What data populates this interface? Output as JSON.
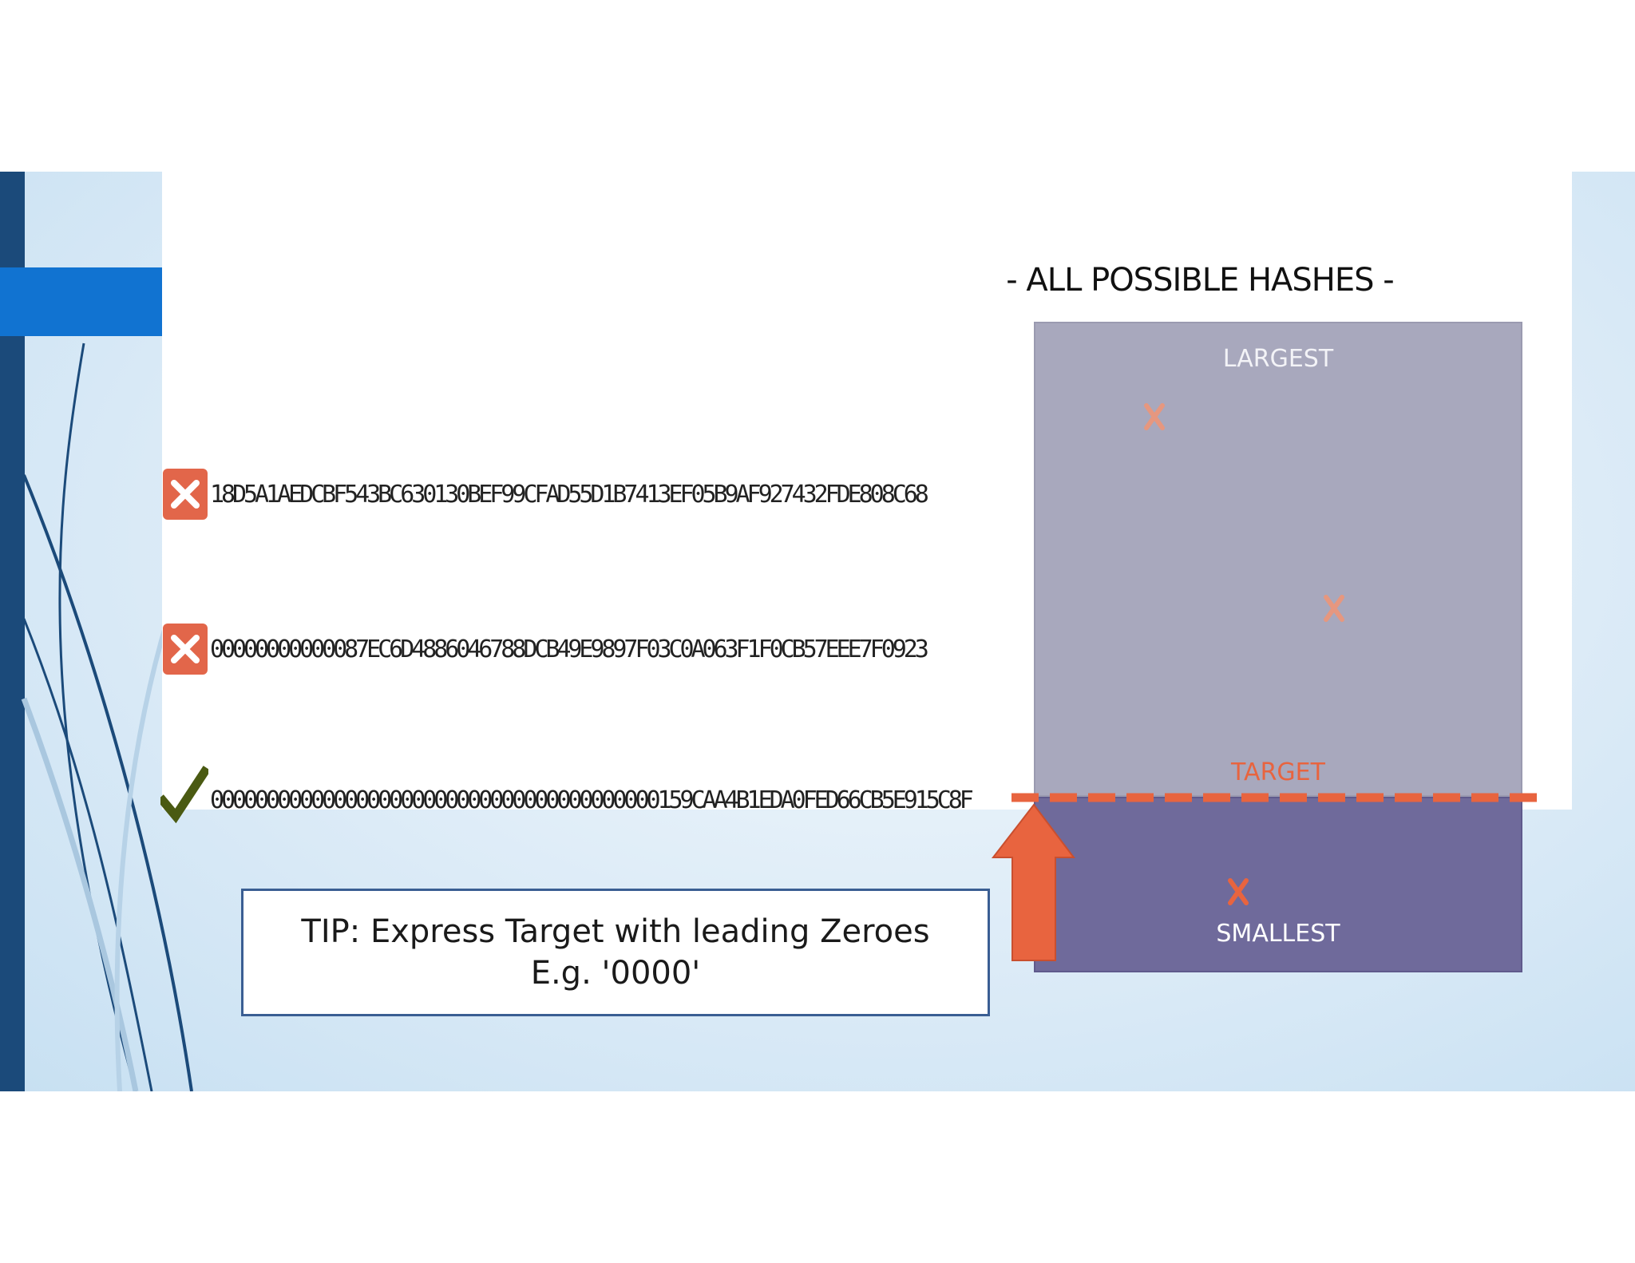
{
  "hash_rows": [
    {
      "status": "rejected",
      "icon": "x-mark-icon",
      "hash": "18D5A1AEDCBF543BC630130BEF99CFAD55D1B7413EF05B9AF927432FDE808C68"
    },
    {
      "status": "rejected",
      "icon": "x-mark-icon",
      "hash": "00000000000087EC6D4886046788DCB49E9897F03C0A063F1F0CB57EEE7F0923"
    },
    {
      "status": "accepted",
      "icon": "checkmark-icon",
      "hash": "0000000000000000000000000000000000000000159CAA4B1EDA0FED66CB5E915C8F"
    }
  ],
  "diagram": {
    "title": "- ALL POSSIBLE HASHES -",
    "largest_label": "LARGEST",
    "target_label": "TARGET",
    "smallest_label": "SMALLEST"
  },
  "tip": {
    "line1": "TIP: Express Target with leading Zeroes",
    "line2": "E.g. '0000'"
  },
  "colors": {
    "accent": "#e8643f",
    "above_target": "#a8a8bd",
    "below_target": "#6f6a9b",
    "check": "#4a5a12",
    "sidebar": "#1b4a7a",
    "tip_border": "#3a5e93"
  }
}
